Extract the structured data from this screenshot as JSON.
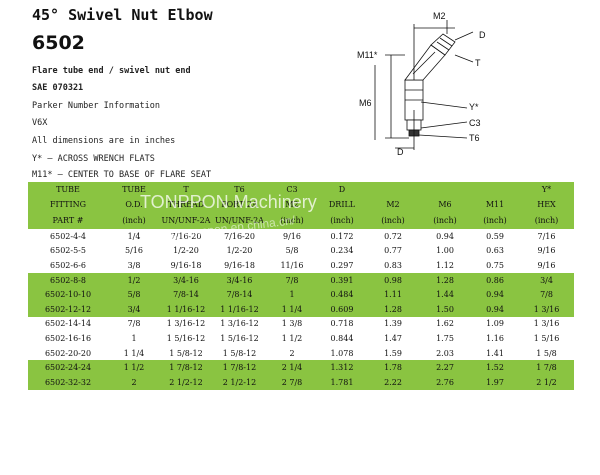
{
  "header": {
    "title": "45° Swivel Nut Elbow",
    "part_number": "6502",
    "lines": [
      "Flare tube end / swivel nut end",
      "SAE 070321",
      "Parker Number Information",
      "V6X",
      "All dimensions are in inches",
      "Y* — ACROSS WRENCH FLATS",
      "M11* — CENTER TO BASE OF FLARE SEAT"
    ]
  },
  "diagram": {
    "labels": {
      "m2": "M2",
      "d_top": "D",
      "m11": "M11*",
      "t": "T",
      "m6": "M6",
      "y": "Y*",
      "c3": "C3",
      "t6": "T6",
      "d_bottom": "D"
    }
  },
  "table": {
    "header_rows": [
      [
        "TUBE",
        "TUBE",
        "T",
        "T6",
        "C3",
        "D",
        "",
        "",
        "",
        "Y*"
      ],
      [
        "FITTING",
        "O.D.",
        "THREAD",
        "PORT 2A",
        "M2",
        "DRILL",
        "M2",
        "M6",
        "M11",
        "HEX"
      ],
      [
        "PART #",
        "(inch)",
        "UN/UNF-2A",
        "UN/UNF-2A",
        "(inch)",
        "(inch)",
        "(inch)",
        "(inch)",
        "(inch)",
        "(inch)"
      ]
    ],
    "rows": [
      [
        "6502-4-4",
        "1/4",
        "7/16-20",
        "7/16-20",
        "9/16",
        "0.172",
        "0.72",
        "0.94",
        "0.59",
        "7/16"
      ],
      [
        "6502-5-5",
        "5/16",
        "1/2-20",
        "1/2-20",
        "5/8",
        "0.234",
        "0.77",
        "1.00",
        "0.63",
        "9/16"
      ],
      [
        "6502-6-6",
        "3/8",
        "9/16-18",
        "9/16-18",
        "11/16",
        "0.297",
        "0.83",
        "1.12",
        "0.75",
        "9/16"
      ],
      [
        "6502-8-8",
        "1/2",
        "3/4-16",
        "3/4-16",
        "7/8",
        "0.391",
        "0.98",
        "1.28",
        "0.86",
        "3/4"
      ],
      [
        "6502-10-10",
        "5/8",
        "7/8-14",
        "7/8-14",
        "1",
        "0.484",
        "1.11",
        "1.44",
        "0.94",
        "7/8"
      ],
      [
        "6502-12-12",
        "3/4",
        "1 1/16-12",
        "1 1/16-12",
        "1 1/4",
        "0.609",
        "1.28",
        "1.50",
        "0.94",
        "1 3/16"
      ],
      [
        "6502-14-14",
        "7/8",
        "1 3/16-12",
        "1 3/16-12",
        "1 3/8",
        "0.718",
        "1.39",
        "1.62",
        "1.09",
        "1 3/16"
      ],
      [
        "6502-16-16",
        "1",
        "1 5/16-12",
        "1 5/16-12",
        "1 1/2",
        "0.844",
        "1.47",
        "1.75",
        "1.16",
        "1 5/16"
      ],
      [
        "6502-20-20",
        "1 1/4",
        "1 5/8-12",
        "1 5/8-12",
        "2",
        "1.078",
        "1.59",
        "2.03",
        "1.41",
        "1 5/8"
      ],
      [
        "6502-24-24",
        "1 1/2",
        "1 7/8-12",
        "1 7/8-12",
        "2 1/4",
        "1.312",
        "1.78",
        "2.27",
        "1.52",
        "1 7/8"
      ],
      [
        "6502-32-32",
        "2",
        "2 1/2-12",
        "2 1/2-12",
        "2 7/8",
        "1.781",
        "2.22",
        "2.76",
        "1.97",
        "2 1/2"
      ]
    ],
    "row_colors": [
      "white",
      "white",
      "white",
      "green",
      "green",
      "green",
      "white",
      "white",
      "white",
      "green",
      "green"
    ]
  },
  "watermark": {
    "brand": "TONPPON Machinery",
    "url": "https://tonppon.en.china.cn/"
  },
  "colors": {
    "band_green": "#8ac441",
    "text": "#111111"
  }
}
